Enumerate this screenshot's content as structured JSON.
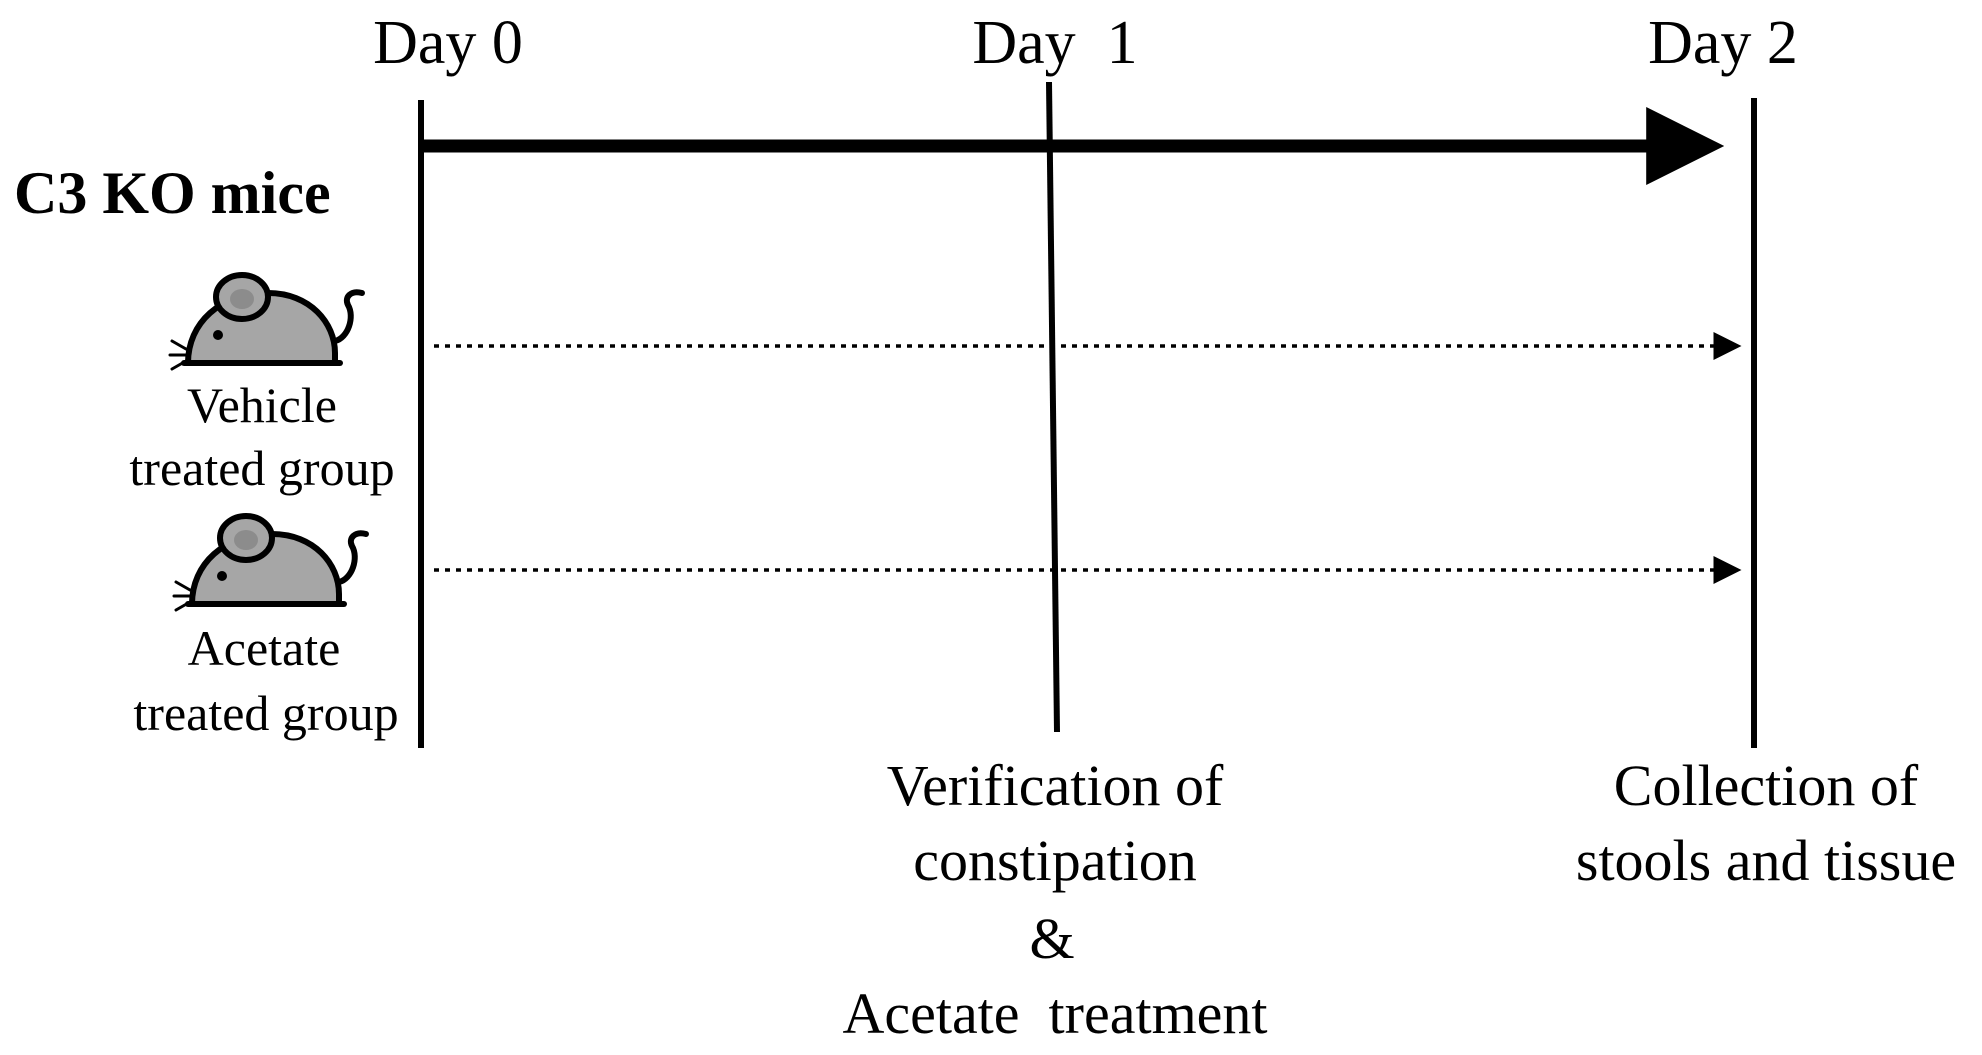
{
  "days": [
    "Day 0",
    "Day  1",
    "Day 2"
  ],
  "subject": "C3 KO mice",
  "groups": [
    {
      "icon": "mouse-icon",
      "label_lines": [
        "Vehicle",
        "treated group"
      ]
    },
    {
      "icon": "mouse-icon",
      "label_lines": [
        "Acetate",
        "treated group"
      ]
    }
  ],
  "events": [
    {
      "day_index": 1,
      "lines": [
        "Verification of",
        "constipation",
        "&",
        "Acetate  treatment"
      ]
    },
    {
      "day_index": 2,
      "lines": [
        "Collection of",
        "stools and tissue"
      ]
    }
  ],
  "colors": {
    "line": "#000000",
    "mouse_fill": "#a6a6a6",
    "mouse_stroke": "#000000"
  }
}
